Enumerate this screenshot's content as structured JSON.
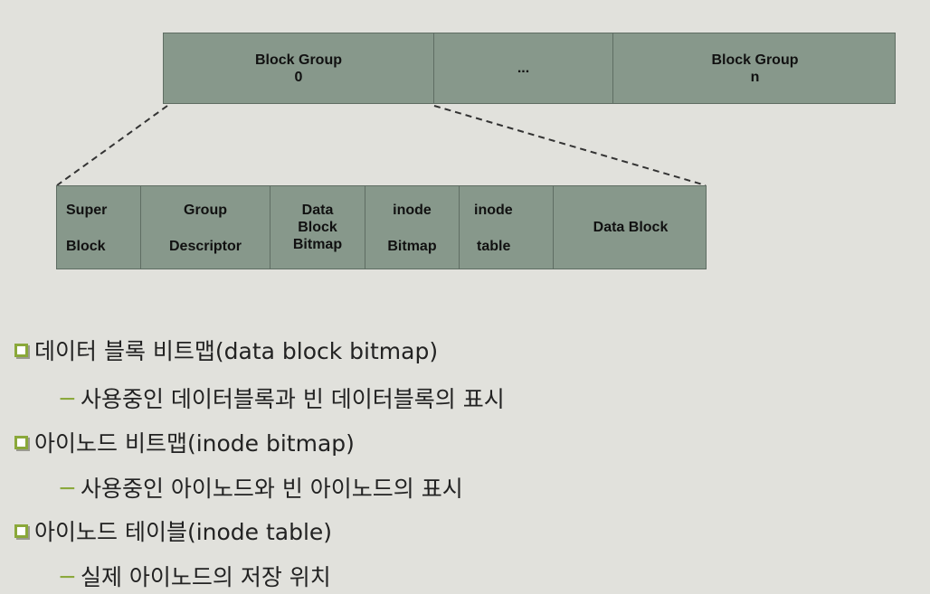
{
  "top_row": {
    "cells": [
      {
        "line1": "Block Group",
        "line2": "0"
      },
      {
        "line1": "...",
        "line2": ""
      },
      {
        "line1": "Block Group",
        "line2": "n"
      }
    ]
  },
  "bottom_row": {
    "cells": [
      {
        "line1": "Super",
        "line2": "Block"
      },
      {
        "line1": "Group",
        "line2": "Descriptor"
      },
      {
        "line1": "Data Block Bitmap",
        "line2": ""
      },
      {
        "line1": "inode",
        "line2": "Bitmap"
      },
      {
        "line1": "inode",
        "line2": "table"
      },
      {
        "line1": "Data Block",
        "line2": ""
      }
    ]
  },
  "bullets": [
    {
      "text": "데이터 블록 비트맵(data block bitmap)",
      "sub": "사용중인 데이터블록과 빈 데이터블록의 표시"
    },
    {
      "text": "아이노드 비트맵(inode bitmap)",
      "sub": "사용중인 아이노드와 빈 아이노드의 표시"
    },
    {
      "text": "아이노드 테이블(inode table)",
      "sub": "실제 아이노드의 저장 위치"
    }
  ],
  "colors": {
    "box_fill": "#87988b",
    "bullet_accent": "#8aa83a",
    "background": "#e1e1dc"
  },
  "icons": {
    "bullet": "hollow-square-bullet-icon",
    "sub_marker": "dash"
  }
}
